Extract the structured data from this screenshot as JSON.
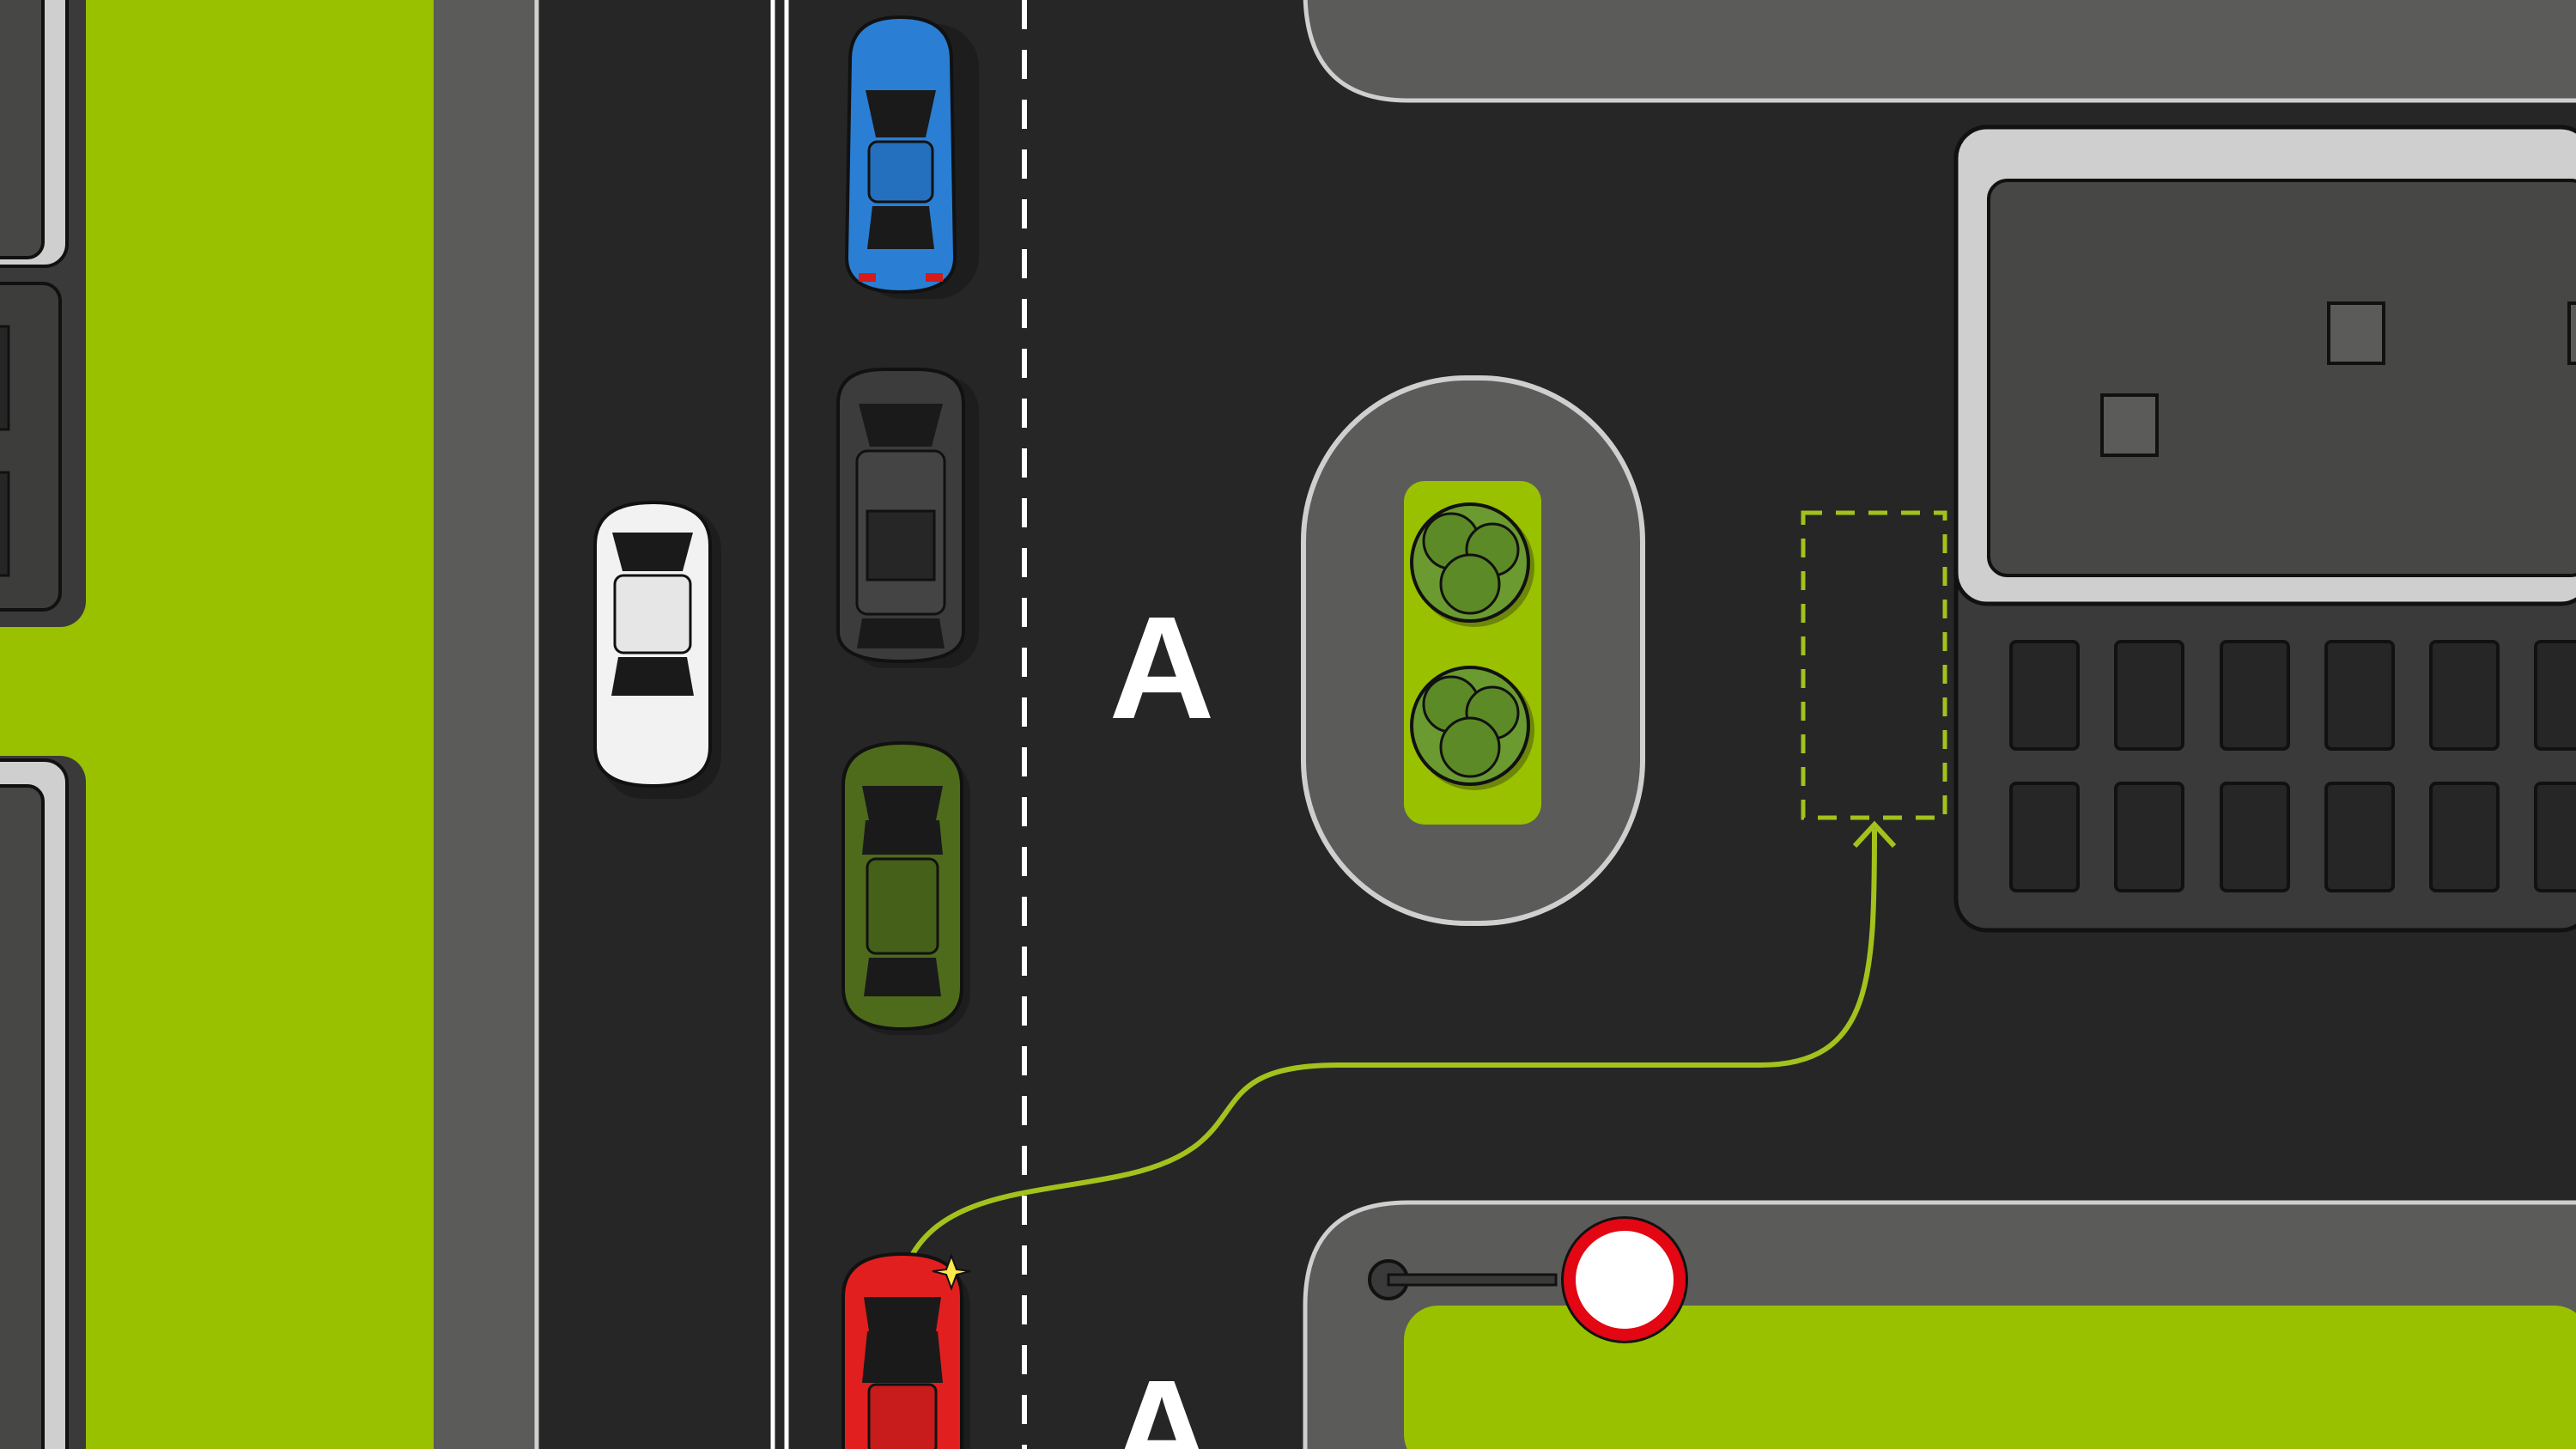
{
  "scene": {
    "lane_markers": [
      {
        "id": "lane-marker-upper",
        "text": "A"
      },
      {
        "id": "lane-marker-lower",
        "text": "A"
      }
    ],
    "vehicles": [
      {
        "id": "blue-car",
        "color": "#2a7fd4",
        "role": "parked"
      },
      {
        "id": "black-suv",
        "color": "#3c3c3c",
        "role": "parked"
      },
      {
        "id": "white-car",
        "color": "#f2f2f2",
        "role": "oncoming"
      },
      {
        "id": "green-car",
        "color": "#4e6b1c",
        "role": "parked"
      },
      {
        "id": "red-car",
        "color": "#e21f1f",
        "role": "turning"
      }
    ],
    "signs": [
      {
        "id": "no-vehicles-sign",
        "icon": "prohibition-circle",
        "border_color": "#e30613"
      }
    ],
    "route": {
      "id": "turn-route",
      "color": "#a3c21c",
      "target": "dashed-parking-bay"
    },
    "colors": {
      "asphalt": "#262626",
      "sidewalk": "#5b5b59",
      "grass": "#99c100",
      "building_roof": "#474746",
      "lane_line": "#ffffff",
      "accent": "#a3c21c"
    }
  }
}
